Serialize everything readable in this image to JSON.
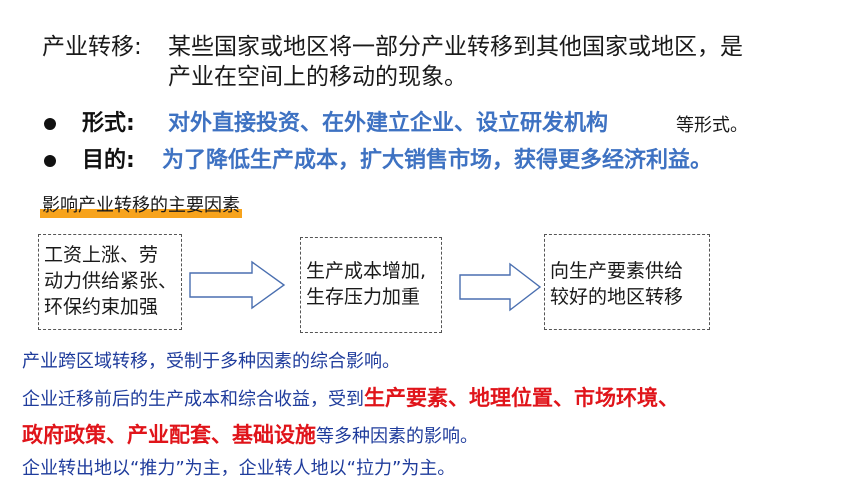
{
  "definition": {
    "label": "产业转移:",
    "text_line1": "某些国家或地区将一部分产业转移到其他国家或地区，是",
    "text_line2": "产业在空间上的移动的现象。"
  },
  "bullets": [
    {
      "label": "形式:",
      "highlight": "对外直接投资、在外建立企业、设立研发机构",
      "tail": "等形式。"
    },
    {
      "label": "目的:",
      "highlight": "为了降低生产成本，扩大销售市场，获得更多经济利益。"
    }
  ],
  "factor_heading": "影响产业转移的主要因素",
  "flow": {
    "box1": [
      "工资上涨、劳",
      "动力供给紧张、",
      "环保约束加强"
    ],
    "box2": [
      "生产成本增加,",
      "生存压力加重"
    ],
    "box3": [
      "向生产要素供给",
      "较好的地区转移"
    ]
  },
  "lines": {
    "line1": "产业跨区域转移，受制于多种因素的综合影响。",
    "line2_prefix": "企业迁移前后的生产成本和综合收益，受到",
    "line2_red": "生产要素、地理位置、市场环境、",
    "line3_red": "政府政策、产业配套、基础设施",
    "line3_suffix": "等多种因素的影响。",
    "line4": "企业转出地以“推力”为主，企业转人地以“拉力”为主。"
  },
  "colors": {
    "blue_highlight": "#3e72c2",
    "dark_blue_text": "#1f3c9c",
    "red_emphasis": "#e0141a",
    "heading_underline": "#f7a31c"
  }
}
